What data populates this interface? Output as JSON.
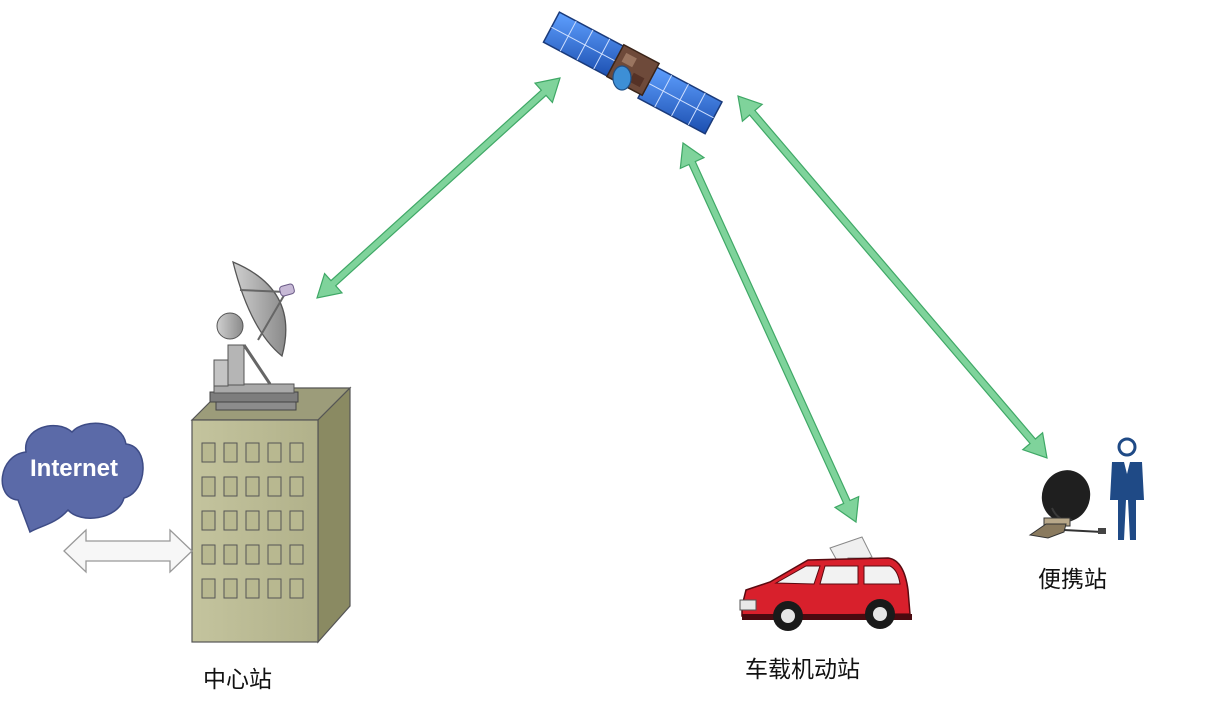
{
  "diagram": {
    "nodes": {
      "center_station": {
        "label": "中心站",
        "icon": "building-with-dish-icon"
      },
      "vehicle_station": {
        "label": "车载机动站",
        "icon": "van-with-antenna-icon"
      },
      "portable_station": {
        "label": "便携站",
        "icon": "portable-dish-person-icon"
      },
      "internet": {
        "label": "Internet",
        "icon": "cloud-icon"
      },
      "satellite": {
        "label": "",
        "icon": "satellite-icon"
      }
    },
    "links": [
      {
        "from": "satellite",
        "to": "center_station",
        "style": "double-arrow"
      },
      {
        "from": "satellite",
        "to": "vehicle_station",
        "style": "double-arrow"
      },
      {
        "from": "satellite",
        "to": "portable_station",
        "style": "double-arrow"
      },
      {
        "from": "internet",
        "to": "center_station",
        "style": "double-arrow"
      }
    ],
    "colors": {
      "link_arrow": "#7fd39b",
      "link_arrow_edge": "#3fa866",
      "cloud": "#5b6aa8",
      "building": "#b4b48c",
      "van": "#d8202c",
      "solar_panel": "#2f6fcf"
    }
  }
}
